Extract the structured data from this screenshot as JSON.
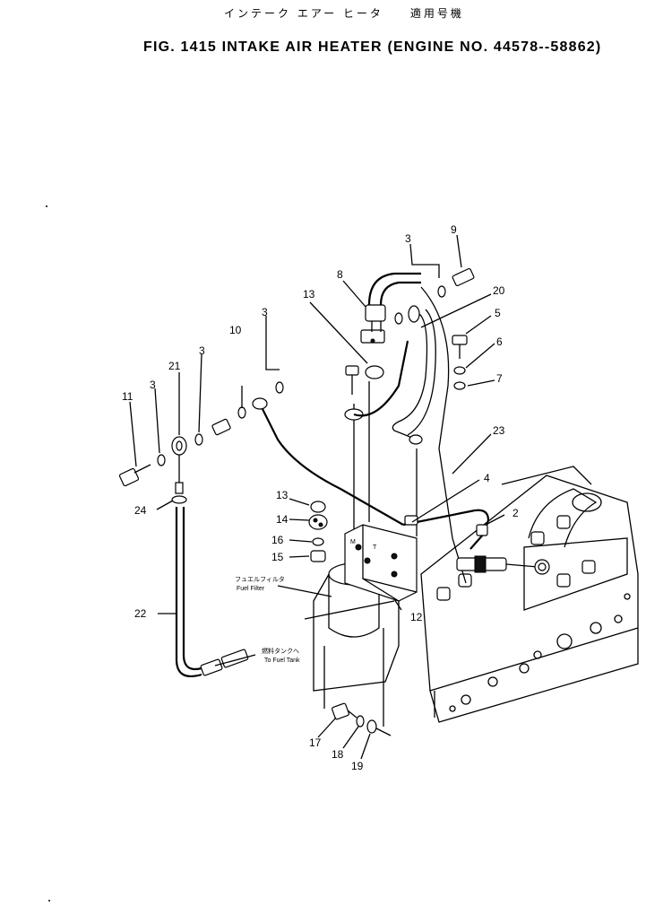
{
  "title_jp": "インテーク エアー ヒータ　　適用号機",
  "title_en": "FIG. 1415  INTAKE AIR HEATER (ENGINE NO. 44578--58862)",
  "labels": {
    "fuel_filter_jp": "フュエルフィルタ",
    "fuel_filter_en": "Fuel Filter",
    "fuel_tank_jp": "燃料タンクへ",
    "fuel_tank_en": "To Fuel Tank"
  },
  "callouts": [
    {
      "id": "c9",
      "text": "9"
    },
    {
      "id": "c3a",
      "text": "3"
    },
    {
      "id": "c8",
      "text": "8"
    },
    {
      "id": "c20",
      "text": "20"
    },
    {
      "id": "c13a",
      "text": "13"
    },
    {
      "id": "c5",
      "text": "5"
    },
    {
      "id": "c3b",
      "text": "3"
    },
    {
      "id": "c10",
      "text": "10"
    },
    {
      "id": "c6",
      "text": "6"
    },
    {
      "id": "c7",
      "text": "7"
    },
    {
      "id": "c21",
      "text": "21"
    },
    {
      "id": "c3c",
      "text": "3"
    },
    {
      "id": "c3d",
      "text": "3"
    },
    {
      "id": "c11",
      "text": "11"
    },
    {
      "id": "c23",
      "text": "23"
    },
    {
      "id": "c4",
      "text": "4"
    },
    {
      "id": "c13b",
      "text": "13"
    },
    {
      "id": "c2",
      "text": "2"
    },
    {
      "id": "c24",
      "text": "24"
    },
    {
      "id": "c14",
      "text": "14"
    },
    {
      "id": "c16",
      "text": "16"
    },
    {
      "id": "c15",
      "text": "15"
    },
    {
      "id": "c12",
      "text": "12"
    },
    {
      "id": "c22",
      "text": "22"
    },
    {
      "id": "c17",
      "text": "17"
    },
    {
      "id": "c18",
      "text": "18"
    },
    {
      "id": "c19",
      "text": "19"
    }
  ]
}
